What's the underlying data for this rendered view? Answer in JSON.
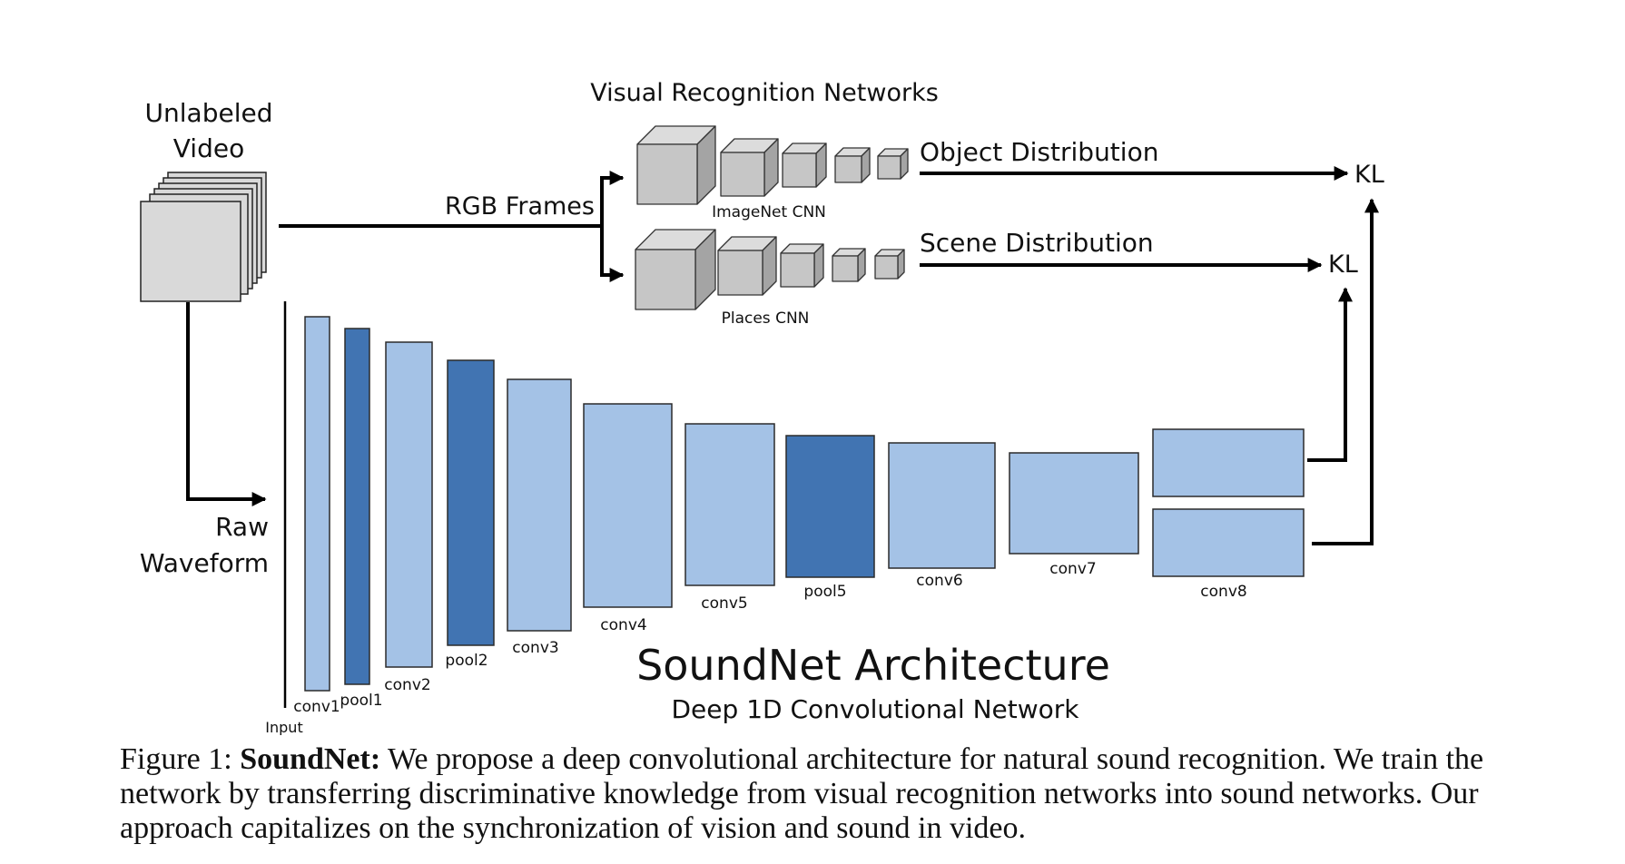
{
  "video": {
    "title_line1": "Unlabeled",
    "title_line2": "Video"
  },
  "raw_waveform": {
    "line1": "Raw",
    "line2": "Waveform"
  },
  "rgb_frames": "RGB Frames",
  "visual_networks": {
    "title": "Visual Recognition Networks",
    "imagenet": {
      "label": "ImageNet CNN",
      "output": "Object Distribution",
      "loss": "KL"
    },
    "places": {
      "label": "Places CNN",
      "output": "Scene Distribution",
      "loss": "KL"
    }
  },
  "soundnet": {
    "title": "SoundNet Architecture",
    "subtitle": "Deep 1D Convolutional Network",
    "input_label": "Input",
    "layers": [
      {
        "name": "conv1",
        "type": "conv"
      },
      {
        "name": "pool1",
        "type": "pool"
      },
      {
        "name": "conv2",
        "type": "conv"
      },
      {
        "name": "pool2",
        "type": "pool"
      },
      {
        "name": "conv3",
        "type": "conv"
      },
      {
        "name": "conv4",
        "type": "conv"
      },
      {
        "name": "conv5",
        "type": "conv"
      },
      {
        "name": "pool5",
        "type": "pool"
      },
      {
        "name": "conv6",
        "type": "conv"
      },
      {
        "name": "conv7",
        "type": "conv"
      },
      {
        "name": "conv8",
        "type": "conv"
      }
    ]
  },
  "colors": {
    "conv": "#a4c2e6",
    "pool": "#4174b2",
    "cube_front": "#c6c6c6",
    "cube_top": "#dcdcdc",
    "cube_side": "#a4a4a4"
  },
  "caption": {
    "prefix": "Figure 1: ",
    "bold": "SoundNet:",
    "text": " We propose a deep convolutional architecture for natural sound recognition. We train the network by transferring discriminative knowledge from visual recognition networks into sound networks. Our approach capitalizes on the synchronization of vision and sound in video."
  }
}
